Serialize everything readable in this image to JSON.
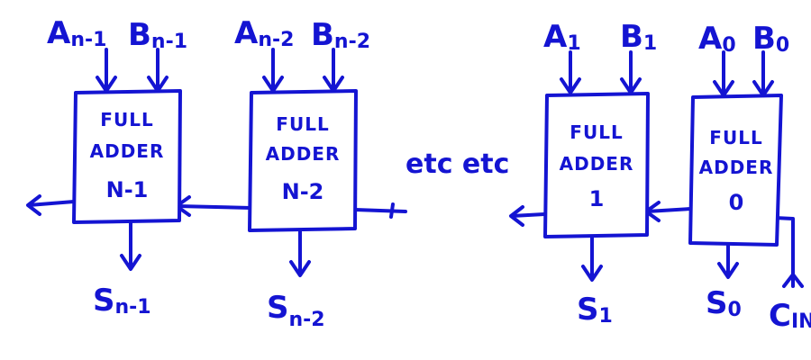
{
  "ink_color": "#1414d2",
  "adders": [
    {
      "title_line1": "FULL",
      "title_line2": "ADDER",
      "index": "N-1",
      "input_a": {
        "main": "A",
        "sub": "n-1"
      },
      "input_b": {
        "main": "B",
        "sub": "n-1"
      },
      "sum": {
        "main": "S",
        "sub": "n-1"
      }
    },
    {
      "title_line1": "FULL",
      "title_line2": "ADDER",
      "index": "N-2",
      "input_a": {
        "main": "A",
        "sub": "n-2"
      },
      "input_b": {
        "main": "B",
        "sub": "n-2"
      },
      "sum": {
        "main": "S",
        "sub": "n-2"
      }
    },
    {
      "title_line1": "FULL",
      "title_line2": "ADDER",
      "index": "1",
      "input_a": {
        "main": "A",
        "sub": "1"
      },
      "input_b": {
        "main": "B",
        "sub": "1"
      },
      "sum": {
        "main": "S",
        "sub": "1"
      }
    },
    {
      "title_line1": "FULL",
      "title_line2": "ADDER",
      "index": "0",
      "input_a": {
        "main": "A",
        "sub": "0"
      },
      "input_b": {
        "main": "B",
        "sub": "0"
      },
      "sum": {
        "main": "S",
        "sub": "0"
      }
    }
  ],
  "ellipsis_text": "etc etc",
  "carry_in": {
    "main": "C",
    "sub": "IN"
  }
}
